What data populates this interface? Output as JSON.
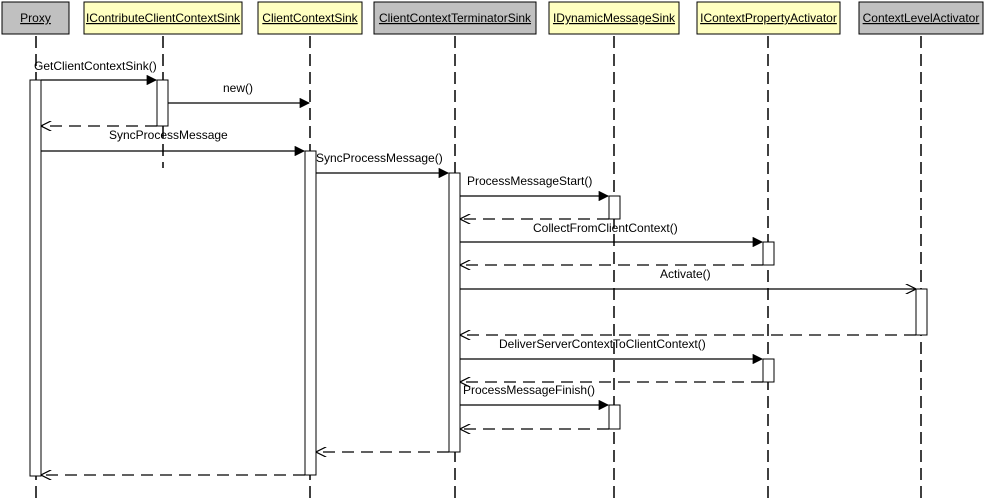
{
  "participants": [
    {
      "name": "Proxy",
      "color": "#c0c0c0"
    },
    {
      "name": "IContributeClientContextSink",
      "color": "#ffffc0"
    },
    {
      "name": "ClientContextSink",
      "color": "#ffffc0"
    },
    {
      "name": "ClientContextTerminatorSink",
      "color": "#c0c0c0"
    },
    {
      "name": "IDynamicMessageSink",
      "color": "#ffffc0"
    },
    {
      "name": "IContextPropertyActivator",
      "color": "#ffffc0"
    },
    {
      "name": "ContextLevelActivator",
      "color": "#c0c0c0"
    }
  ],
  "messages": [
    {
      "label": "GetClientContextSink()",
      "from": "Proxy",
      "to": "IContributeClientContextSink",
      "kind": "call"
    },
    {
      "label": "new()",
      "from": "IContributeClientContextSink",
      "to": "ClientContextSink",
      "kind": "call"
    },
    {
      "label": "",
      "from": "IContributeClientContextSink",
      "to": "Proxy",
      "kind": "return"
    },
    {
      "label": "SyncProcessMessage",
      "from": "Proxy",
      "to": "ClientContextSink",
      "kind": "call"
    },
    {
      "label": "SyncProcessMessage()",
      "from": "ClientContextSink",
      "to": "ClientContextTerminatorSink",
      "kind": "call"
    },
    {
      "label": "ProcessMessageStart()",
      "from": "ClientContextTerminatorSink",
      "to": "IDynamicMessageSink",
      "kind": "call"
    },
    {
      "label": "",
      "from": "IDynamicMessageSink",
      "to": "ClientContextTerminatorSink",
      "kind": "return"
    },
    {
      "label": "CollectFromClientContext()",
      "from": "ClientContextTerminatorSink",
      "to": "IContextPropertyActivator",
      "kind": "call"
    },
    {
      "label": "",
      "from": "IContextPropertyActivator",
      "to": "ClientContextTerminatorSink",
      "kind": "return"
    },
    {
      "label": "Activate()",
      "from": "ClientContextTerminatorSink",
      "to": "ContextLevelActivator",
      "kind": "call"
    },
    {
      "label": "",
      "from": "ContextLevelActivator",
      "to": "ClientContextTerminatorSink",
      "kind": "return"
    },
    {
      "label": "DeliverServerContextToClientContext()",
      "from": "ClientContextTerminatorSink",
      "to": "IContextPropertyActivator",
      "kind": "call"
    },
    {
      "label": "",
      "from": "IContextPropertyActivator",
      "to": "ClientContextTerminatorSink",
      "kind": "return"
    },
    {
      "label": "ProcessMessageFinish()",
      "from": "ClientContextTerminatorSink",
      "to": "IDynamicMessageSink",
      "kind": "call"
    },
    {
      "label": "",
      "from": "IDynamicMessageSink",
      "to": "ClientContextTerminatorSink",
      "kind": "return"
    },
    {
      "label": "",
      "from": "ClientContextTerminatorSink",
      "to": "ClientContextSink",
      "kind": "return"
    },
    {
      "label": "",
      "from": "ClientContextSink",
      "to": "Proxy",
      "kind": "return"
    }
  ]
}
